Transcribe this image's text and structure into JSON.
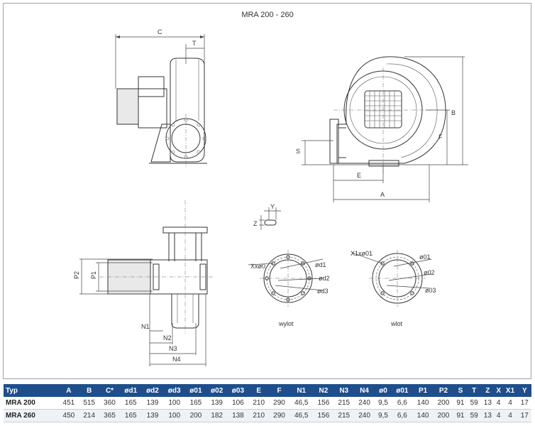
{
  "title": "MRA 200 - 260",
  "labels": {
    "C": "C",
    "T": "T",
    "B": "B",
    "F": "F",
    "S": "S",
    "E": "E",
    "A": "A",
    "Y": "Y",
    "Z": "Z",
    "P1": "P1",
    "P2": "P2",
    "N1": "N1",
    "N2": "N2",
    "N3": "N3",
    "N4": "N4",
    "xx0": "Xxø0",
    "d1": "ød1",
    "d2": "ød2",
    "d3": "ød3",
    "wylot": "wylot",
    "x1": "X1xø01",
    "o1": "ø01",
    "o2": "ø02",
    "o3": "ø03",
    "wlot": "wlot"
  },
  "table": {
    "headers": [
      "Typ",
      "A",
      "B",
      "C*",
      "ød1",
      "ød2",
      "ød3",
      "ø01",
      "ø02",
      "ø03",
      "E",
      "F",
      "N1",
      "N2",
      "N3",
      "N4",
      "ø0",
      "ø01",
      "P1",
      "P2",
      "S",
      "T",
      "Z",
      "X",
      "X1",
      "Y"
    ],
    "rows": [
      [
        "MRA 200",
        "451",
        "515",
        "360",
        "165",
        "139",
        "100",
        "165",
        "139",
        "106",
        "210",
        "290",
        "46,5",
        "156",
        "215",
        "240",
        "9,5",
        "6,6",
        "140",
        "200",
        "91",
        "59",
        "13",
        "4",
        "4",
        "17"
      ],
      [
        "MRA 260",
        "450",
        "214",
        "365",
        "165",
        "139",
        "100",
        "200",
        "182",
        "138",
        "210",
        "290",
        "46,5",
        "156",
        "215",
        "240",
        "9,5",
        "6,6",
        "140",
        "200",
        "91",
        "59",
        "13",
        "4",
        "4",
        "17"
      ]
    ]
  }
}
